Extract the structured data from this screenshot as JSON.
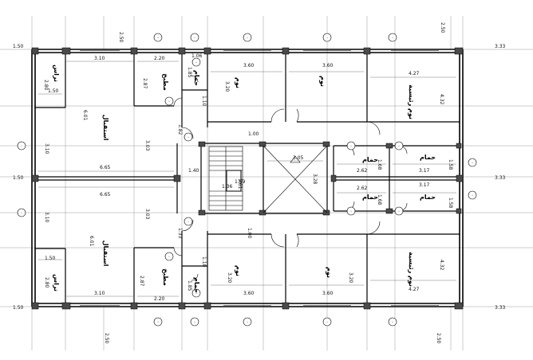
{
  "plan": {
    "axis_marker": "٠",
    "room_labels": {
      "living": "استقبال",
      "kitchen": "مطبخ",
      "bath": "حمام",
      "bedroom": "نوم",
      "master_bedroom": "نوم رئيسية",
      "terrace": "تراس"
    },
    "dimensions": {
      "margin_left": "1.50",
      "margin_right": "3.33",
      "top_left": "2.50",
      "top_right": "2.50",
      "terrace_w": "3.10",
      "terrace_h": "2.80",
      "terrace_small": "1.50",
      "kitchen_w": "2.20",
      "kitchen_h": "2.87",
      "bath_w": "1.06",
      "bath_h": "1.85",
      "bath_h2": "1.10",
      "bed_w": "3.60",
      "bed_h": "3.20",
      "master_w": "4.27",
      "master_h": "4.32",
      "living_h": "6.01",
      "living_w": "6.65",
      "living_sub": "3.03",
      "living_sub2": "3.10",
      "corridor": "1.82",
      "corridor_b": "1.33",
      "hall": "1.00",
      "wall_a": "1.40",
      "stair_a": "1.36",
      "stair_b": "1.69",
      "stair_c": "1.61",
      "light_w": "3.05",
      "light_h": "3.28",
      "baths_w": "2.62",
      "baths_h": "1.68",
      "ensuite_w": "3.17",
      "ensuite_h": "1.58"
    }
  }
}
